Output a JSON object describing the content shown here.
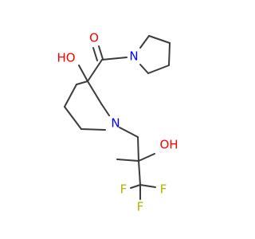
{
  "colors": {
    "bond": "#3b3b3b",
    "oxygen": "#ff0000",
    "nitrogen": "#0000ff",
    "fluorine": "#b3b300"
  },
  "atoms": {
    "carbonyl_oxygen": "O",
    "amide_nitrogen": "N",
    "hydroxyl_left": "HO",
    "piperidine_nitrogen": "N",
    "hydroxyl_right": "OH",
    "fluorine_left": "F",
    "fluorine_right": "F",
    "fluorine_bottom": "F"
  }
}
